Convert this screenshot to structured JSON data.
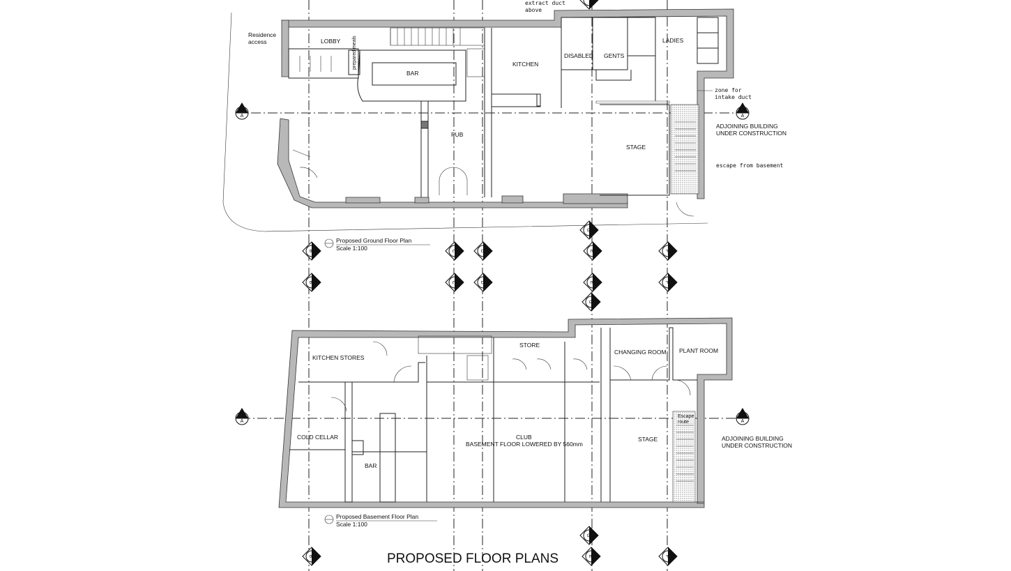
{
  "ground_floor": {
    "rooms": {
      "lobby": "LOBBY",
      "bar": "BAR",
      "pub": "PUB",
      "kitchen": "KITCHEN",
      "disabled": "DISABLED",
      "gents": "GENTS",
      "ladies": "LADIES",
      "stage": "STAGE"
    },
    "notes": {
      "residence_line1": "Residence",
      "residence_line2": "access",
      "extract_line1": "extract duct",
      "extract_line2": "above",
      "intake_line1": "zone for",
      "intake_line2": "intake duct",
      "adjoining_line1": "ADJOINING BUILDING",
      "adjoining_line2": "UNDER CONSTRUCTION",
      "escape": "escape from basement",
      "store_vertical": "prepared meals"
    },
    "caption": "Proposed Ground Floor Plan",
    "scale": "Scale 1:100"
  },
  "basement": {
    "rooms": {
      "kitchen_stores": "KITCHEN STORES",
      "store": "STORE",
      "changing_room": "CHANGING ROOM",
      "plant_room": "PLANT ROOM",
      "cold_cellar": "COLD CELLAR",
      "bar": "BAR",
      "club": "CLUB",
      "club_note": "BASEMENT FLOOR LOWERED BY 560mm",
      "stage": "STAGE"
    },
    "notes": {
      "escape_line1": "Escape",
      "escape_line2": "route",
      "adjoining_line1": "ADJOINING BUILDING",
      "adjoining_line2": "UNDER CONSTRUCTION"
    },
    "caption": "Proposed Basement Floor Plan",
    "scale": "Scale 1:100"
  },
  "grid_markers": {
    "b": "B",
    "c": "C",
    "d": "D",
    "e": "E",
    "f": "F",
    "g": "G",
    "section_a": "A"
  },
  "sheet_title": "PROPOSED FLOOR PLANS",
  "colors": {
    "wall_fill": "#b8b8b8",
    "line": "#222222"
  }
}
